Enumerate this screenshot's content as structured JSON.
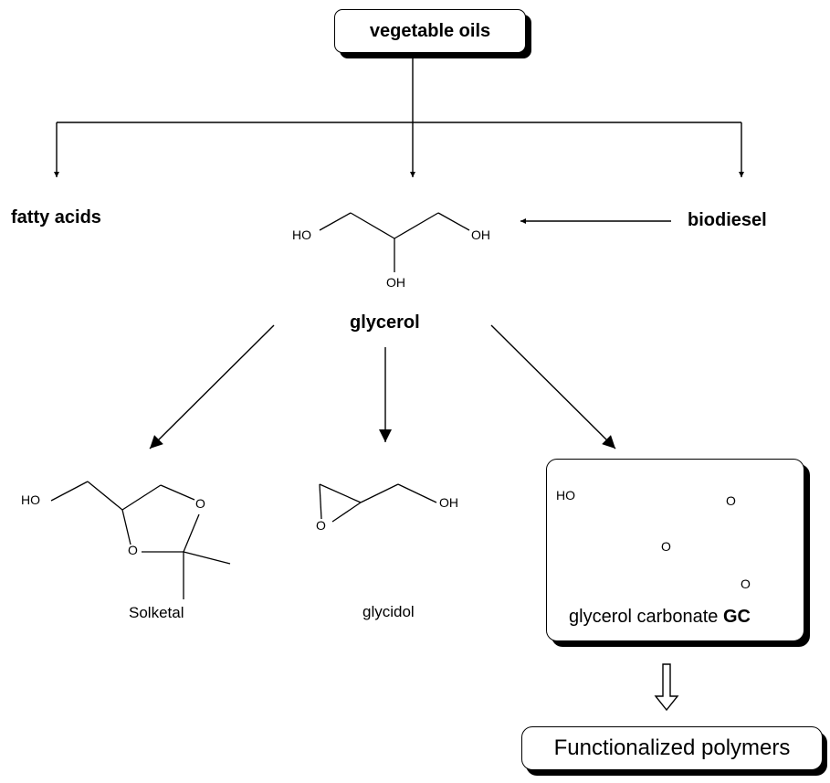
{
  "nodes": {
    "vegetable_oils": "vegetable oils",
    "fatty_acids": "fatty acids",
    "biodiesel": "biodiesel",
    "glycerol": "glycerol",
    "solketal": "Solketal",
    "glycidol": "glycidol",
    "glycerol_carbonate": "glycerol carbonate ",
    "gc": "GC",
    "functionalized_polymers": "Functionalized polymers"
  },
  "atoms": {
    "oh": "OH",
    "ho": "HO",
    "o": "O"
  },
  "colors": {
    "ink": "#000000",
    "background": "#ffffff"
  }
}
